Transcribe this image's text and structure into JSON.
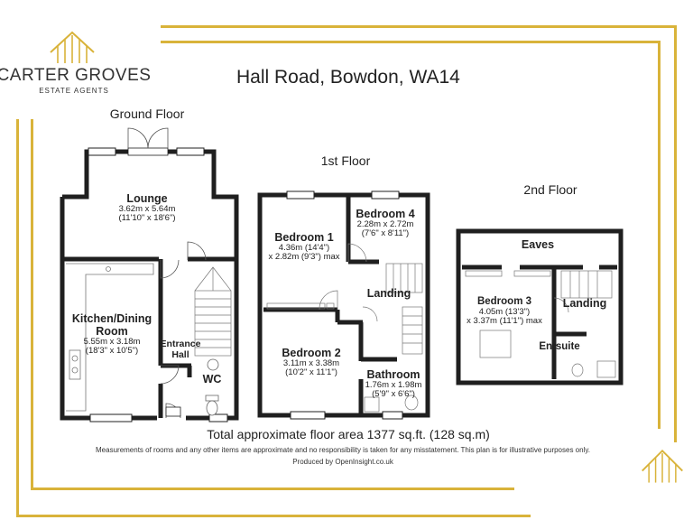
{
  "brand": {
    "name": "CARTER GROVES",
    "tagline": "ESTATE AGENTS",
    "gold": "#d9b33a",
    "logo_icon": "house-roofline-icon"
  },
  "address": "Hall Road, Bowdon, WA14",
  "floors": {
    "ground": "Ground Floor",
    "first": "1st Floor",
    "second": "2nd Floor"
  },
  "rooms": {
    "lounge": {
      "name": "Lounge",
      "metric": "3.62m x 5.64m",
      "imperial": "(11'10\" x 18'6\")"
    },
    "kitchen": {
      "name1": "Kitchen/Dining",
      "name2": "Room",
      "metric": "5.55m x 3.18m",
      "imperial": "(18'3\" x 10'5\")"
    },
    "entrance": {
      "name1": "Entrance",
      "name2": "Hall"
    },
    "wc": {
      "name": "WC"
    },
    "bed1": {
      "name": "Bedroom 1",
      "line1": "4.36m (14'4\")",
      "line2": "x 2.82m (9'3\") max"
    },
    "bed4": {
      "name": "Bedroom 4",
      "metric": "2.28m x 2.72m",
      "imperial": "(7'6\" x 8'11\")"
    },
    "landing1": {
      "name": "Landing"
    },
    "bed2": {
      "name": "Bedroom 2",
      "metric": "3.11m x 3.38m",
      "imperial": "(10'2\" x 11'1\")"
    },
    "bath": {
      "name": "Bathroom",
      "metric": "1.76m x 1.98m",
      "imperial": "(5'9\" x 6'6\")"
    },
    "eaves": {
      "name": "Eaves"
    },
    "bed3": {
      "name": "Bedroom 3",
      "line1": "4.05m (13'3\")",
      "line2": "x 3.37m (11'1\") max"
    },
    "landing2": {
      "name": "Landing"
    },
    "ensuite": {
      "name": "En-suite"
    }
  },
  "total_area": "Total approximate floor area 1377 sq.ft. (128 sq.m)",
  "disclaimer": "Measurements of rooms and any other items are approximate and no responsibility is taken for any misstatement. This plan is for illustrative purposes only.",
  "produced_by": "Produced by OpenInsight.co.uk"
}
